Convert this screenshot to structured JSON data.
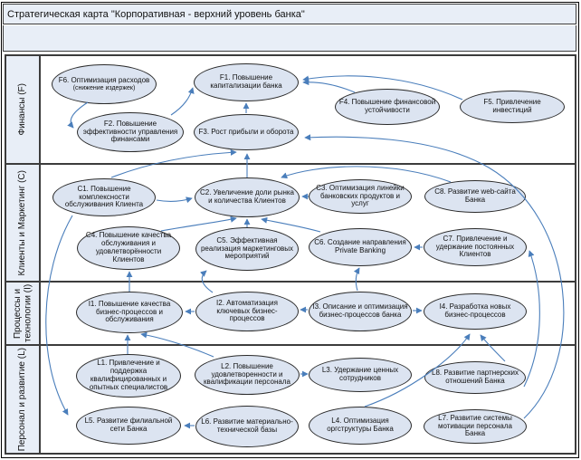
{
  "title": "Стратегическая карта \"Корпоративная - верхний уровень банка\"",
  "lanes": [
    {
      "id": "F",
      "label": "Финансы (F)"
    },
    {
      "id": "C",
      "label": "Клиенты и Маркетинг (С)"
    },
    {
      "id": "I",
      "label": "Процессы и технологии (I)"
    },
    {
      "id": "L",
      "label": "Персонал и развитие (L)"
    }
  ],
  "nodes": [
    {
      "id": "F6",
      "lane": "F",
      "label": "F6. Оптимизация расходов",
      "sublabel": "(снижение издержек)"
    },
    {
      "id": "F2",
      "lane": "F",
      "label": "F2. Повышение эффективности управления финансами"
    },
    {
      "id": "F1",
      "lane": "F",
      "label": "F1. Повышение капитализации банка"
    },
    {
      "id": "F3",
      "lane": "F",
      "label": "F3. Рост прибыли и оборота"
    },
    {
      "id": "F4",
      "lane": "F",
      "label": "F4. Повышение финансовой устойчивости"
    },
    {
      "id": "F5",
      "lane": "F",
      "label": "F5. Привлечение инвестиций"
    },
    {
      "id": "C1",
      "lane": "C",
      "label": "C1. Повышение комплексности обслуживания Клиента"
    },
    {
      "id": "C2",
      "lane": "C",
      "label": "C2. Увеличение доли рынка и количества Клиентов"
    },
    {
      "id": "C3",
      "lane": "C",
      "label": "C3. Оптимизация линейки банковских продуктов и услуг"
    },
    {
      "id": "C8",
      "lane": "C",
      "label": "C8. Развитие web-сайта Банка"
    },
    {
      "id": "C4",
      "lane": "C",
      "label": "C4. Повышение качества обслуживания и удовлетворённости Клиентов"
    },
    {
      "id": "C5",
      "lane": "C",
      "label": "C5. Эффективная реализация маркетинговых мероприятий"
    },
    {
      "id": "C6",
      "lane": "C",
      "label": "C6. Создание направления Private Banking"
    },
    {
      "id": "C7",
      "lane": "C",
      "label": "C7. Привлечение и удержание постоянных Клиентов"
    },
    {
      "id": "I1",
      "lane": "I",
      "label": "I1. Повышение качества бизнес-процессов и обслуживания"
    },
    {
      "id": "I2",
      "lane": "I",
      "label": "I2. Автоматизация ключевых бизнес-процессов"
    },
    {
      "id": "I3",
      "lane": "I",
      "label": "I3. Описание и оптимизация бизнес-процессов банка"
    },
    {
      "id": "I4",
      "lane": "I",
      "label": "I4. Разработка новых бизнес-процессов"
    },
    {
      "id": "L1",
      "lane": "L",
      "label": "L1. Привлечение и поддержка квалифицированных и опытных специалистов"
    },
    {
      "id": "L2",
      "lane": "L",
      "label": "L2. Повышение удовлетворенности и квалификации персонала"
    },
    {
      "id": "L3",
      "lane": "L",
      "label": "L3. Удержание ценных сотрудников"
    },
    {
      "id": "L8",
      "lane": "L",
      "label": "L8. Развитие партнерских отношений Банка"
    },
    {
      "id": "L5",
      "lane": "L",
      "label": "L5. Развитие филиальной сети Банка"
    },
    {
      "id": "L6",
      "lane": "L",
      "label": "L6. Развитие материально-технической базы"
    },
    {
      "id": "L4",
      "lane": "L",
      "label": "L4. Оптимизация оргструктуры Банка"
    },
    {
      "id": "L7",
      "lane": "L",
      "label": "L7. Развитие системы мотивации персонала Банка"
    }
  ],
  "edges": [
    {
      "from": "F6",
      "to": "F2"
    },
    {
      "from": "F2",
      "to": "F1"
    },
    {
      "from": "F3",
      "to": "F1"
    },
    {
      "from": "F4",
      "to": "F1"
    },
    {
      "from": "F5",
      "to": "F1"
    },
    {
      "from": "C2",
      "to": "F3"
    },
    {
      "from": "C1",
      "to": "F3"
    },
    {
      "from": "C1",
      "to": "C2"
    },
    {
      "from": "C3",
      "to": "C2"
    },
    {
      "from": "C8",
      "to": "C2"
    },
    {
      "from": "C4",
      "to": "C2"
    },
    {
      "from": "C5",
      "to": "C2"
    },
    {
      "from": "C6",
      "to": "C2"
    },
    {
      "from": "C7",
      "to": "C6"
    },
    {
      "from": "I3",
      "to": "C6"
    },
    {
      "from": "I1",
      "to": "C4"
    },
    {
      "from": "I2",
      "to": "C5"
    },
    {
      "from": "I2",
      "to": "I1"
    },
    {
      "from": "I3",
      "to": "I2"
    },
    {
      "from": "I3",
      "to": "I4"
    },
    {
      "from": "L1",
      "to": "I1"
    },
    {
      "from": "L2",
      "to": "I1"
    },
    {
      "from": "L2",
      "to": "L3"
    },
    {
      "from": "L6",
      "to": "L5"
    },
    {
      "from": "L4",
      "to": "I4"
    },
    {
      "from": "L8",
      "to": "I4"
    },
    {
      "from": "L8",
      "to": "C7"
    },
    {
      "from": "L7",
      "to": "F3"
    },
    {
      "from": "C1",
      "to": "L5"
    }
  ],
  "colors": {
    "node_fill": "#dce4f1",
    "node_border": "#2a2a2a",
    "arrow": "#4a7ebb",
    "panel_bg": "#e8eef7",
    "grid": "#3c3c3c"
  }
}
